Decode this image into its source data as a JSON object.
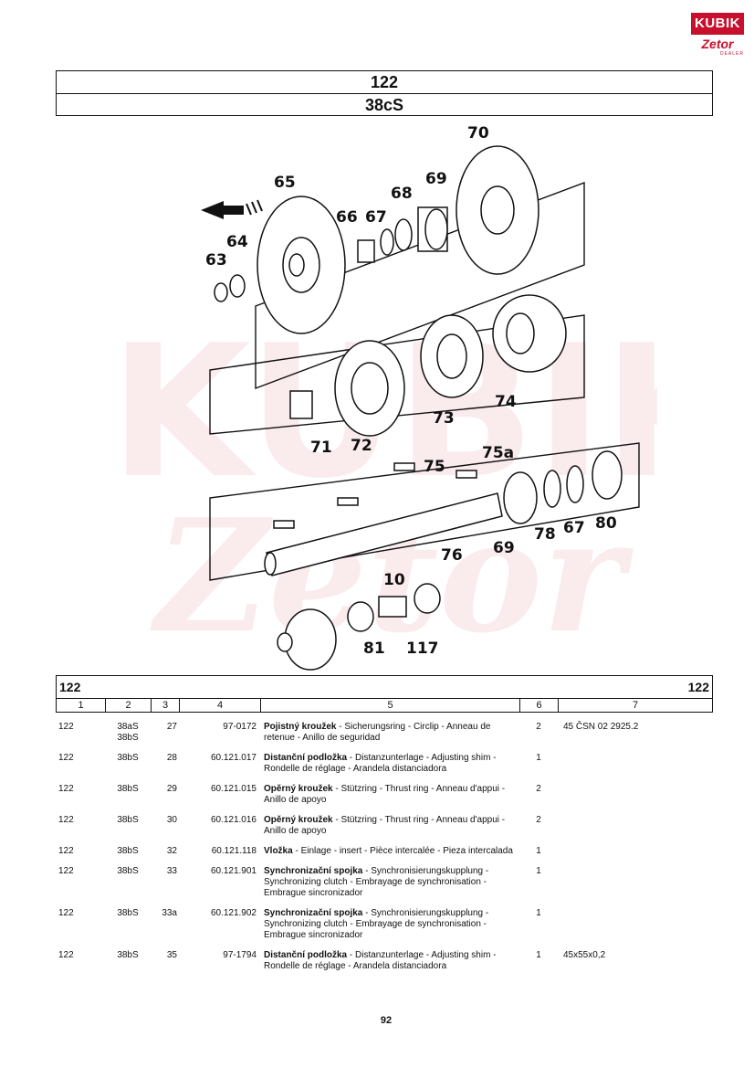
{
  "logo": {
    "top": "KUBIK",
    "bottom": "Zetor",
    "sub": "DEALER"
  },
  "header": {
    "number": "122",
    "code": "38cS"
  },
  "diagram": {
    "callouts": [
      "63",
      "64",
      "65",
      "66",
      "67",
      "68",
      "69",
      "70",
      "71",
      "72",
      "73",
      "74",
      "75",
      "75a",
      "69",
      "78",
      "67",
      "80",
      "76",
      "10",
      "117",
      "81"
    ]
  },
  "table": {
    "left_group": "122",
    "right_group": "122",
    "columns": [
      "1",
      "2",
      "3",
      "4",
      "5",
      "6",
      "7"
    ],
    "rows": [
      {
        "c1": "122",
        "c2": "38aS\n38bS",
        "c3": "27",
        "c4": "97-0172",
        "name": "Pojistný kroužek",
        "desc": " - Sicherungsring - Circlip - Anneau de retenue - Anillo de seguridad",
        "qty": "2",
        "note": "45 ČSN 02 2925.2"
      },
      {
        "c1": "122",
        "c2": "38bS",
        "c3": "28",
        "c4": "60.121.017",
        "name": "Distanční podložka",
        "desc": " - Distanzunterlage - Adjusting shim - Rondelle de réglage - Arandela distanciadora",
        "qty": "1",
        "note": ""
      },
      {
        "c1": "122",
        "c2": "38bS",
        "c3": "29",
        "c4": "60.121.015",
        "name": "Opěrný kroužek",
        "desc": " - Stützring - Thrust ring - Anneau d'appui - Anillo de apoyo",
        "qty": "2",
        "note": ""
      },
      {
        "c1": "122",
        "c2": "38bS",
        "c3": "30",
        "c4": "60.121.016",
        "name": "Opěrný kroužek",
        "desc": " - Stützring - Thrust ring - Anneau d'appui - Anillo de apoyo",
        "qty": "2",
        "note": ""
      },
      {
        "c1": "122",
        "c2": "38bS",
        "c3": "32",
        "c4": "60.121.118",
        "name": "Vložka",
        "desc": " - Einlage - insert - Pièce intercalée - Pieza intercalada",
        "qty": "1",
        "note": ""
      },
      {
        "c1": "122",
        "c2": "38bS",
        "c3": "33",
        "c4": "60.121.901",
        "name": "Synchronizační spojka",
        "desc": " - Synchronisierungskupplung - Synchronizing clutch - Embrayage de synchronisation - Embrague sincronizador",
        "qty": "1",
        "note": ""
      },
      {
        "c1": "122",
        "c2": "38bS",
        "c3": "33a",
        "c4": "60.121.902",
        "name": "Synchronizační spojka",
        "desc": " - Synchronisierungskupplung - Synchronizing clutch - Embrayage de synchronisation - Embrague sincronizador",
        "qty": "1",
        "note": ""
      },
      {
        "c1": "122",
        "c2": "38bS",
        "c3": "35",
        "c4": "97-1794",
        "name": "Distanční podložka",
        "desc": " - Distanzunterlage - Adjusting shim - Rondelle de réglage - Arandela distanciadora",
        "qty": "1",
        "note": "45x55x0,2"
      }
    ]
  },
  "page_number": "92"
}
